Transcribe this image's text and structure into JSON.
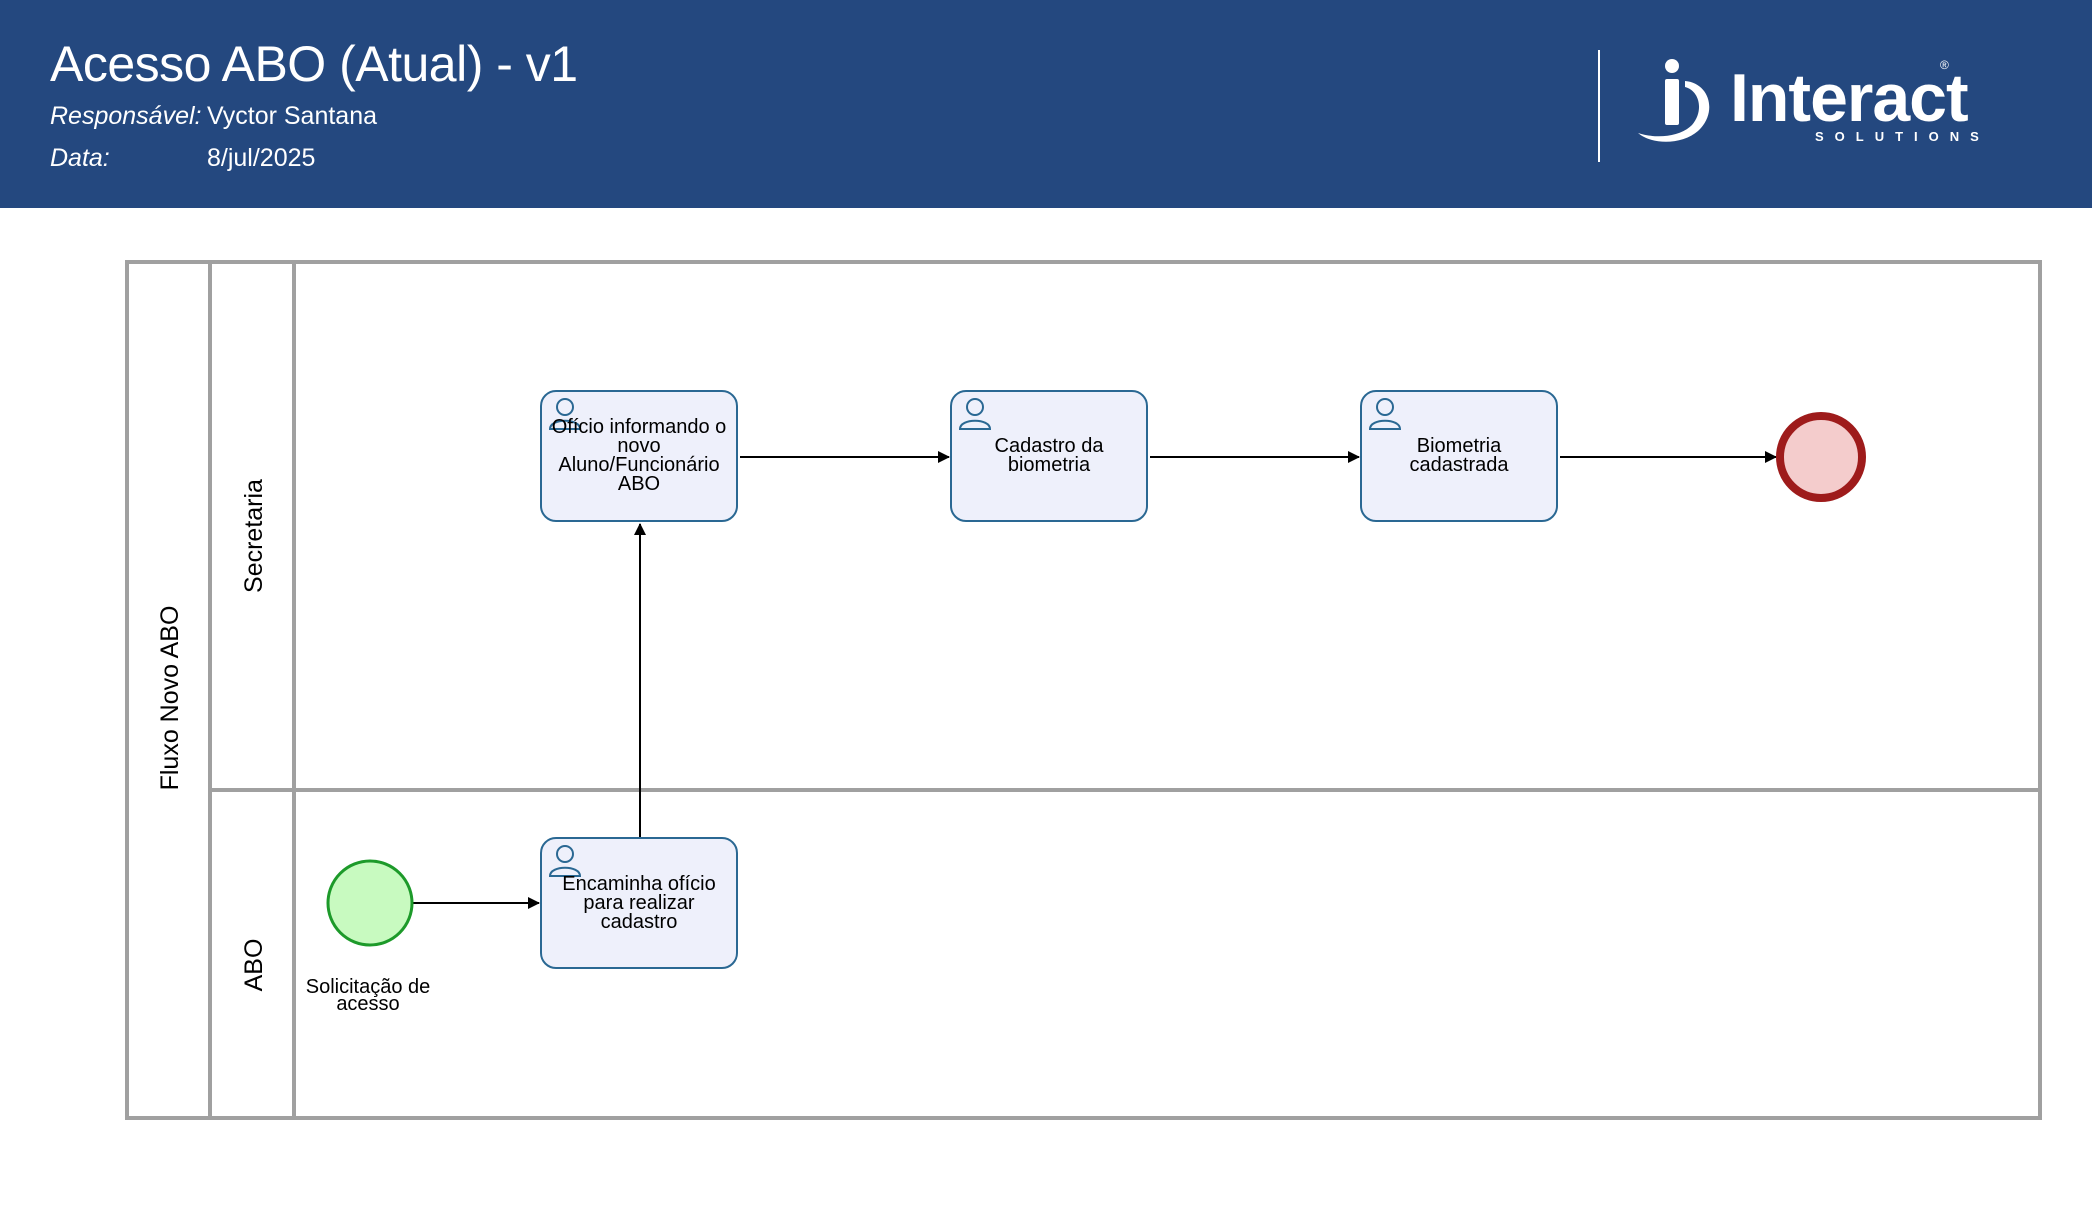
{
  "header": {
    "title": "Acesso ABO (Atual) - v1",
    "responsavel_label": "Responsável:",
    "responsavel_value": "Vyctor Santana",
    "data_label": "Data:",
    "data_value": "8/jul/2025",
    "logo": {
      "word": "Interact",
      "sub": "SOLUTIONS",
      "reg": "®",
      "icon": "interact-logo-icon"
    },
    "background": "#24487f"
  },
  "diagram": {
    "pool": {
      "label": "Fluxo Novo ABO"
    },
    "lanes": [
      {
        "label": "Secretaria"
      },
      {
        "label": "ABO"
      }
    ],
    "tasks": [
      {
        "label": "Ofício informando o\nnovo\nAluno/Funcionário\nABO",
        "lane": "Secretaria",
        "type": "user-task"
      },
      {
        "label": "Cadastro da\nbiometria",
        "lane": "Secretaria",
        "type": "user-task"
      },
      {
        "label": "Biometria\ncadastrada",
        "lane": "Secretaria",
        "type": "user-task"
      },
      {
        "label": "Encaminha ofício\npara realizar\ncadastro",
        "lane": "ABO",
        "type": "user-task"
      }
    ],
    "start_event": {
      "label": "Solicitação de\nacesso",
      "color": "#b8f5b0",
      "stroke": "#1d9a2a"
    },
    "end_event": {
      "color": "#f4cccc",
      "stroke": "#9e1b1b"
    },
    "flows": [
      {
        "from": "Solicitação de acesso",
        "to": "Encaminha ofício para realizar cadastro"
      },
      {
        "from": "Encaminha ofício para realizar cadastro",
        "to": "Ofício informando o novo Aluno/Funcionário ABO"
      },
      {
        "from": "Ofício informando o novo Aluno/Funcionário ABO",
        "to": "Cadastro da biometria"
      },
      {
        "from": "Cadastro da biometria",
        "to": "Biometria cadastrada"
      },
      {
        "from": "Biometria cadastrada",
        "to": "end"
      }
    ],
    "task_fill": "#eef0fb",
    "task_stroke": "#2a6893",
    "border_color": "#a0a0a0"
  }
}
